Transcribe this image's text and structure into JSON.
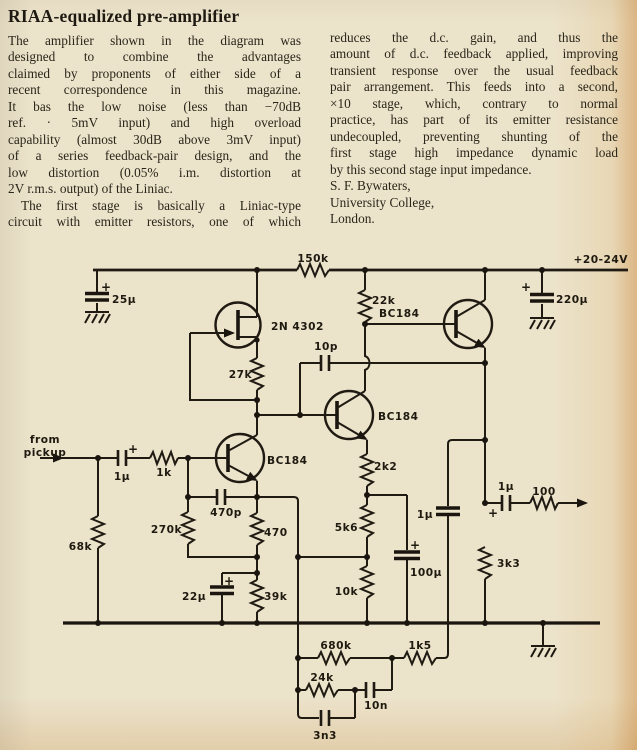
{
  "article": {
    "title": "RIAA-equalized pre-amplifier",
    "left_col": [
      "The amplifier shown in the diagram was",
      "designed to combine the advantages",
      "claimed by proponents of either side of a",
      "recent correspondence in this magazine.",
      "It bas the low noise (less than −70dB",
      "ref. · 5mV input) and high overload",
      "capability (almost 30dB above 3mV input)",
      "of a series feedback-pair design, and the",
      "low distortion (0.05% i.m. distortion at",
      "2V r.m.s. output) of the Liniac.",
      "The first stage is basically a Liniac-type",
      "circuit with emitter resistors, one of which"
    ],
    "right_col": [
      "reduces the d.c. gain, and thus the",
      "amount of d.c. feedback applied, improving",
      "transient response over the usual feedback",
      "pair arrangement. This feeds into a second,",
      "×10 stage, which, contrary to normal",
      "practice, has part of its emitter resistance",
      "undecoupled, preventing shunting of the",
      "first stage high impedance dynamic load",
      "by this second stage input impedance.",
      "S. F. Bywaters,",
      "University College,",
      "London."
    ]
  },
  "schematic": {
    "labels": {
      "supply": "+20-24V",
      "r150k": "150k",
      "c25u": "25µ",
      "q_fet": "2N 4302",
      "r27k": "27k",
      "r22k": "22k",
      "q3": "BC184",
      "c220u": "220µ",
      "c10p": "10p",
      "q2": "BC184",
      "r2k2": "2k2",
      "from1": "from",
      "from2": "pickup",
      "c1u_in": "1µ",
      "r1k": "1k",
      "q1": "BC184",
      "c470p": "470p",
      "r270k": "270k",
      "r470": "470",
      "r68k": "68k",
      "c22u": "22µ",
      "r39k": "39k",
      "r5k6": "5k6",
      "r10k": "10k",
      "c100u": "100µ",
      "c1u_fb": "1µ",
      "c1u_out": "1µ",
      "r100": "100",
      "r3k3": "3k3",
      "r680k": "680k",
      "r1k5": "1k5",
      "r24k": "24k",
      "c10n": "10n",
      "c3n3": "3n3",
      "plus": "+"
    }
  }
}
